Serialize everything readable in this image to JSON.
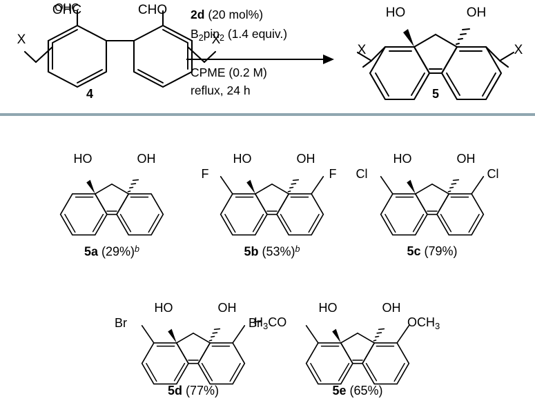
{
  "scheme": {
    "reaction": {
      "substrate": {
        "name": "4",
        "label": "4",
        "substituent_left": "X",
        "substituent_right": "X",
        "group_left": "OHC",
        "group_right": "CHO"
      },
      "conditions_above": [
        {
          "bold": "2d",
          "rest": " (20 mol%)"
        },
        {
          "bold": "",
          "rest": "B2pin2 (1.4 equiv.)",
          "formula": true
        }
      ],
      "catalyst_label": "2d",
      "catalyst_loading": "(20 mol%)",
      "reagent_base": "B",
      "reagent_sub1": "2",
      "reagent_mid": "pin",
      "reagent_sub2": "2",
      "reagent_amount": "(1.4 equiv.)",
      "conditions_below": [
        "CPME (0.2 M)",
        "reflux, 24 h"
      ],
      "product": {
        "name": "5",
        "label": "5",
        "substituent_left": "X",
        "substituent_right": "X",
        "hydroxyl_left": "HO",
        "hydroxyl_right": "OH"
      }
    },
    "products": [
      {
        "id": "5a",
        "label_bold": "5a",
        "label_yield": "(29%)",
        "footnote": "b",
        "yield_percent": 29,
        "hydroxyl_left": "HO",
        "hydroxyl_right": "OH",
        "sub_left": "",
        "sub_right": "",
        "has_substituents": false
      },
      {
        "id": "5b",
        "label_bold": "5b",
        "label_yield": "(53%)",
        "footnote": "b",
        "yield_percent": 53,
        "hydroxyl_left": "HO",
        "hydroxyl_right": "OH",
        "sub_left": "F",
        "sub_right": "F",
        "has_substituents": true
      },
      {
        "id": "5c",
        "label_bold": "5c",
        "label_yield": "(79%)",
        "footnote": "",
        "yield_percent": 79,
        "hydroxyl_left": "HO",
        "hydroxyl_right": "OH",
        "sub_left": "Cl",
        "sub_right": "Cl",
        "has_substituents": true
      },
      {
        "id": "5d",
        "label_bold": "5d",
        "label_yield": "(77%)",
        "footnote": "",
        "yield_percent": 77,
        "hydroxyl_left": "HO",
        "hydroxyl_right": "OH",
        "sub_left": "Br",
        "sub_right": "Br",
        "has_substituents": true
      },
      {
        "id": "5e",
        "label_bold": "5e",
        "label_yield": "(65%)",
        "footnote": "",
        "yield_percent": 65,
        "hydroxyl_left": "HO",
        "hydroxyl_right": "OH",
        "sub_left_base": "H",
        "sub_left_sub": "3",
        "sub_left_rest": "CO",
        "sub_right_base": "OCH",
        "sub_right_sub": "3",
        "has_substituents": true
      }
    ],
    "colors": {
      "divider": "#8fa6b0",
      "bond": "#000000",
      "background": "#ffffff"
    }
  }
}
